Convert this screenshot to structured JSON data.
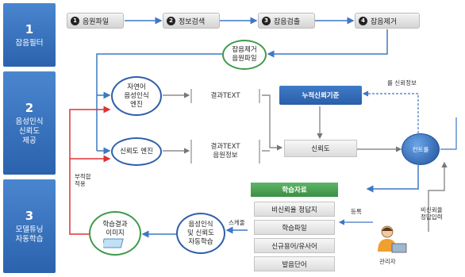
{
  "stages": [
    {
      "num": "1",
      "label": "잡음필터"
    },
    {
      "num": "2",
      "label": "음성인식\n신뢰도\n제공"
    },
    {
      "num": "3",
      "label": "모델튜닝\n자동학습"
    }
  ],
  "steps": [
    {
      "num": "1",
      "label": "음원파일"
    },
    {
      "num": "2",
      "label": "정보검색"
    },
    {
      "num": "3",
      "label": "잡음검출"
    },
    {
      "num": "4",
      "label": "잡음제거"
    }
  ],
  "nodes": {
    "noise_removed": "잡음제거\n음원파일",
    "asr_engine": "자연어\n음성인식\n엔진",
    "confidence_engine": "신뢰도 엔진",
    "result_text": "결과TEXT",
    "result_text_audio": "결과TEXT\n음원정보",
    "cumulative_confidence": "누적신뢰기준",
    "confidence": "신뢰도",
    "control": "컨트롤",
    "auto_learning": "음성인식\n및 신뢰도\n자동학습",
    "learning_result": "학습결과\n이미지",
    "manager": "관리자"
  },
  "learning_data": {
    "title": "학습자료",
    "items": [
      "비신뢰율 정답지",
      "학습파일",
      "신규용어/유사어",
      "발음단어"
    ]
  },
  "annotations": {
    "confidence_info": "를 신뢰정보",
    "input_answer": "비신뢰율\n정답입력",
    "register": "등록",
    "schedule": "스케줄",
    "nonconformance": "부적합\n적용"
  }
}
